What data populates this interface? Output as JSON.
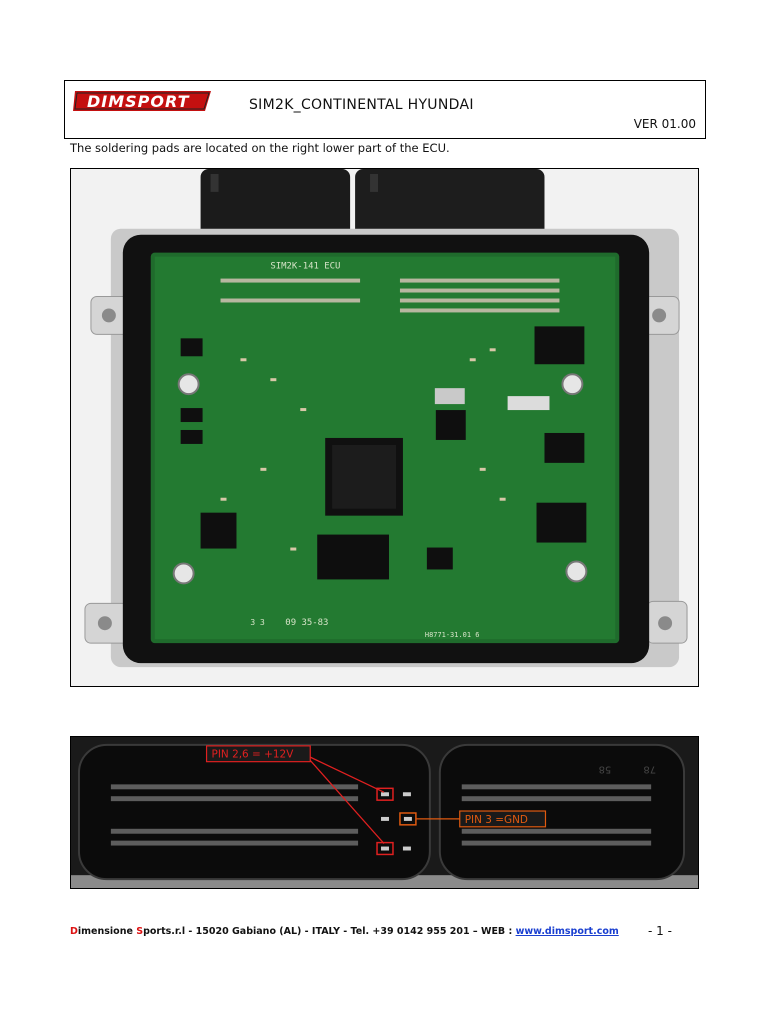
{
  "header": {
    "logo_text": "DIMSPORT",
    "title": "SIM2K_CONTINENTAL HYUNDAI",
    "version": "VER 01.00"
  },
  "intro": "The soldering pads are located on the right lower part of the ECU.",
  "pcb_markings": {
    "board_label": "SIM2K-141 ECU",
    "date_code": "09 35-83",
    "part_code": "H8771-31.01 6",
    "small_code": "3 3"
  },
  "connector_annotations": {
    "pin_power": "PIN 2,6 = +12V",
    "pin_ground": "PIN 3 =GND",
    "accent_color": "#e02020",
    "ground_color": "#e05a10",
    "pin_numbers": [
      "58",
      "78"
    ]
  },
  "footer": {
    "company_initial_1": "D",
    "company_rest_1": "imensione ",
    "company_initial_2": "S",
    "company_rest_2": "port",
    "company_suffix": "s.r.l - 15020 Gabiano (AL) - ITALY - Tel. +39 0142 955 201 – WEB : ",
    "website": "www.dimsport.com",
    "page": "- 1 -"
  }
}
